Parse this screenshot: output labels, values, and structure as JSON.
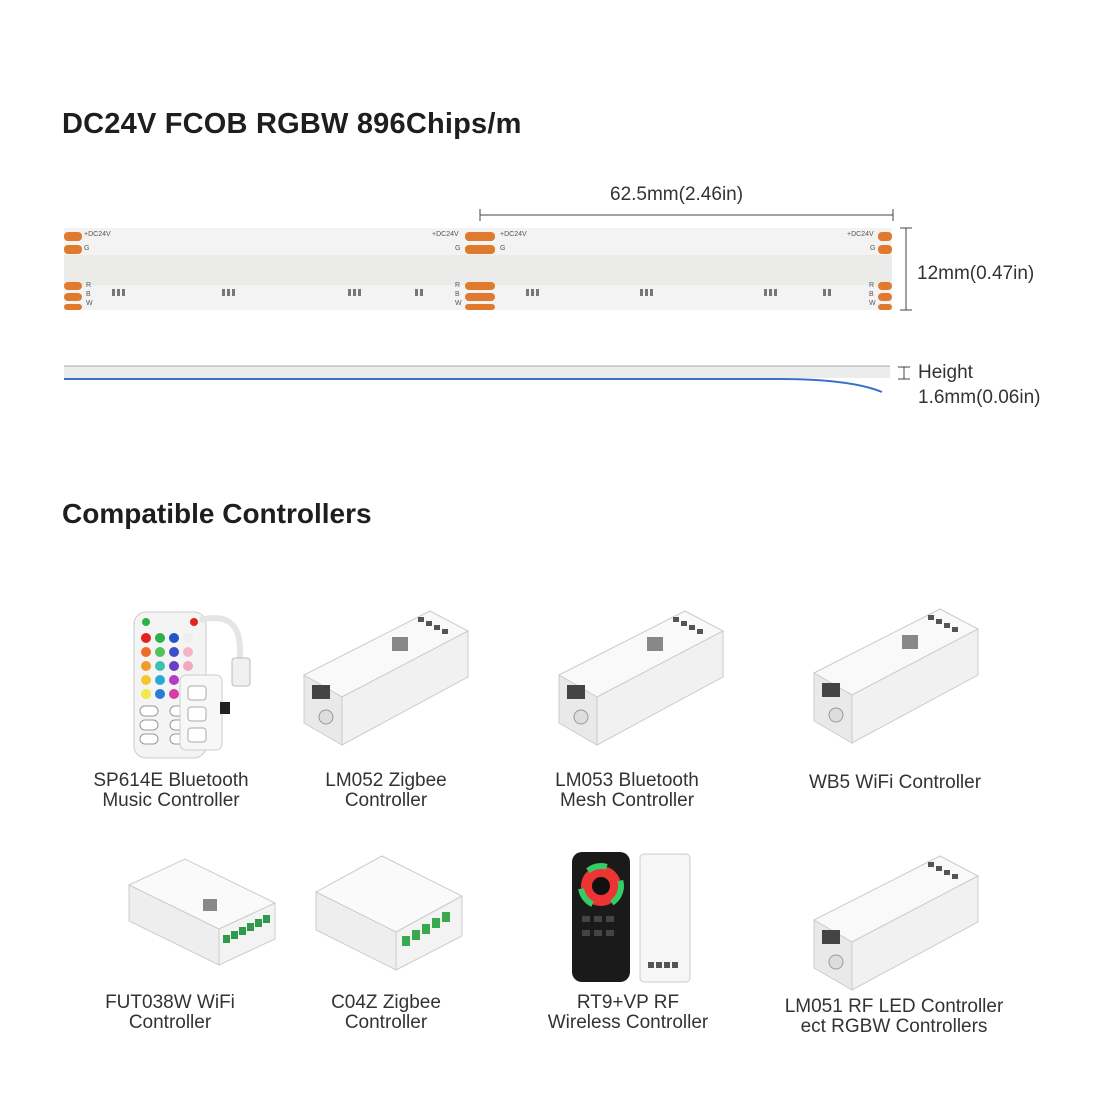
{
  "heading": "DC24V FCOB RGBW 896Chips/m",
  "strip": {
    "cut_length": "62.5mm(2.46in)",
    "width": "12mm(0.47in)",
    "height_label": "Height",
    "height_value": "1.6mm(0.06in)",
    "pad_labels": {
      "plus": "+DC24V",
      "g": "G",
      "r": "R",
      "b": "B",
      "w": "W"
    },
    "colors": {
      "pad": "#e07a2e",
      "strip": "#f1f1f1",
      "edge": "#3b6fc9"
    }
  },
  "controllers_heading": "Compatible Controllers",
  "controllers": [
    {
      "line1": "SP614E Bluetooth",
      "line2": "Music Controller",
      "icon": "remote-with-controller"
    },
    {
      "line1": "LM052 Zigbee",
      "line2": "Controller",
      "icon": "controller-box"
    },
    {
      "line1": "LM053 Bluetooth",
      "line2": "Mesh Controller",
      "icon": "controller-box"
    },
    {
      "line1": "WB5 WiFi Controller",
      "line2": "",
      "icon": "controller-box"
    },
    {
      "line1": "FUT038W WiFi",
      "line2": "Controller",
      "icon": "controller-box"
    },
    {
      "line1": "C04Z Zigbee",
      "line2": "Controller",
      "icon": "controller-box"
    },
    {
      "line1": "RT9+VP RF",
      "line2": "Wireless Controller",
      "icon": "remote-with-controller"
    },
    {
      "line1": "LM051 RF LED Controller",
      "line2": "ect RGBW Controllers",
      "icon": "controller-box"
    }
  ]
}
